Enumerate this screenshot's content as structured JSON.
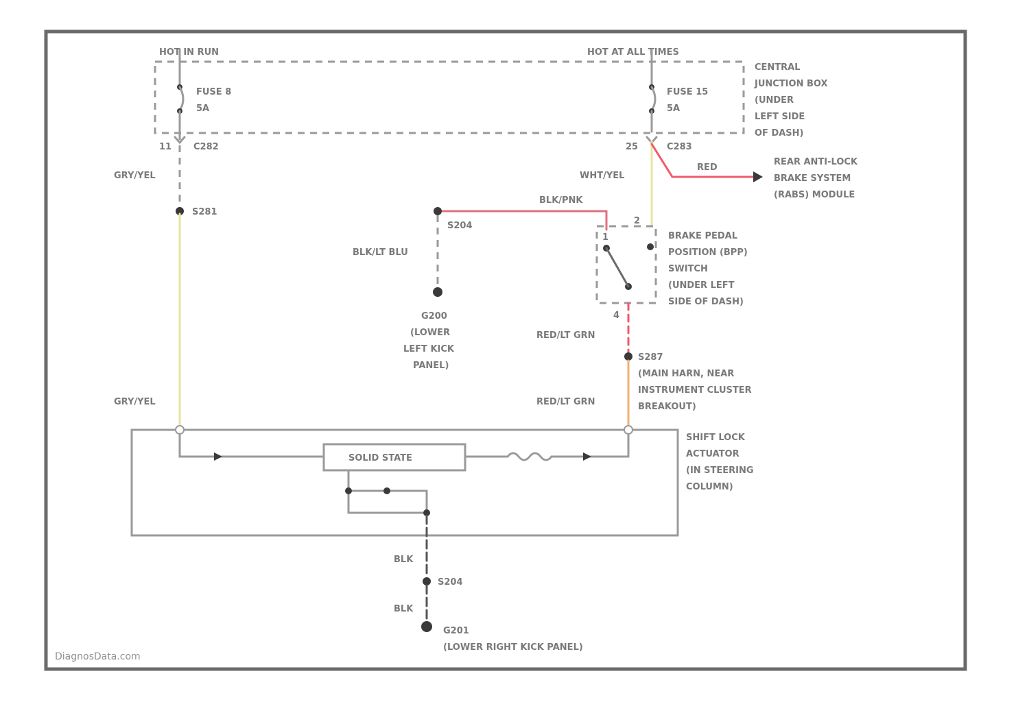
{
  "colors": {
    "frame": "#6a6a6a",
    "wire_gray": "#9a9a9a",
    "wire_red": "#f05a6a",
    "wire_pink": "#e07080",
    "wire_yellow": "#e8e4a0",
    "wire_orange": "#f0b070",
    "wire_black": "#555555"
  },
  "power": {
    "hot_in_run": "HOT IN RUN",
    "hot_at_all_times": "HOT AT ALL TIMES"
  },
  "fuses": [
    {
      "name": "FUSE 8",
      "rating": "5A"
    },
    {
      "name": "FUSE 15",
      "rating": "5A"
    }
  ],
  "junction_box": [
    "CENTRAL",
    "JUNCTION BOX",
    "(UNDER",
    "LEFT SIDE",
    "OF DASH)"
  ],
  "connectors": {
    "left_pin": "11",
    "left_name": "C282",
    "right_pin": "25",
    "right_name": "C283"
  },
  "wires": {
    "gry_yel_top": "GRY/YEL",
    "gry_yel_bottom": "GRY/YEL",
    "wht_yel": "WHT/YEL",
    "red": "RED",
    "blk_pnk": "BLK/PNK",
    "blk_lt_blu": "BLK/LT BLU",
    "red_lt_grn_top": "RED/LT GRN",
    "red_lt_grn_bottom": "RED/LT GRN",
    "blk_top": "BLK",
    "blk_bottom": "BLK"
  },
  "splices": {
    "s281": "S281",
    "s204": "S204",
    "s287": "S287",
    "s204_ground": "S204"
  },
  "rabs_module": [
    "REAR ANTI-LOCK",
    "BRAKE SYSTEM",
    "(RABS) MODULE"
  ],
  "bpp_switch": {
    "pins": [
      "2",
      "1"
    ],
    "lower_pin": "4",
    "label": [
      "BRAKE PEDAL",
      "POSITION (BPP)",
      "SWITCH",
      "(UNDER LEFT",
      "SIDE OF DASH)"
    ]
  },
  "ground_g200": [
    "G200",
    "(LOWER",
    "LEFT KICK",
    "PANEL)"
  ],
  "splice_s287_desc": [
    "(MAIN HARN, NEAR",
    "INSTRUMENT CLUSTER",
    "BREAKOUT)"
  ],
  "actuator": {
    "solid_state": "SOLID STATE",
    "label": [
      "SHIFT LOCK",
      "ACTUATOR",
      "(IN STEERING",
      "COLUMN)"
    ]
  },
  "ground_g201": [
    "G201",
    "(LOWER RIGHT KICK PANEL)"
  ],
  "watermark": "DiagnosData.com"
}
